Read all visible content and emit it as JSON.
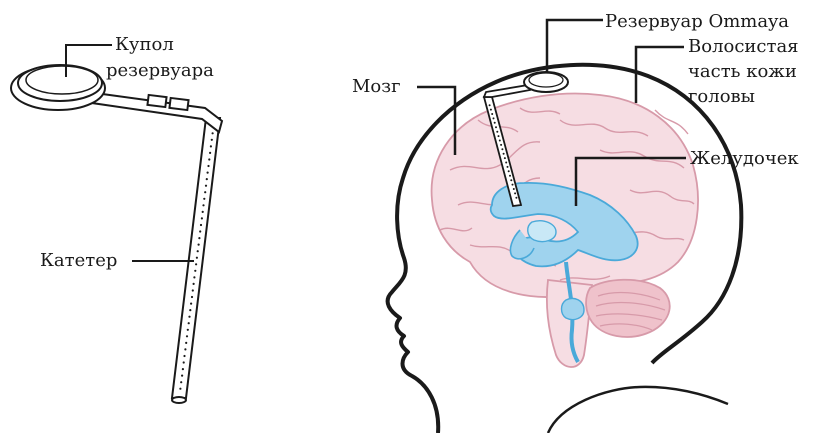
{
  "left_device": {
    "dome_label_line1": "Купол",
    "dome_label_line2": "резервуара",
    "catheter_label": "Катетер"
  },
  "head_view": {
    "reservoir_label": "Резервуар Ommaya",
    "brain_label": "Мозг",
    "scalp_label_line1": "Волосистая",
    "scalp_label_line2": "часть кожи",
    "scalp_label_line3": "головы",
    "ventricle_label": "Желудочек"
  },
  "colors": {
    "outline": "#1a1a1a",
    "brain_fill": "#f6dde3",
    "brain_stroke": "#d79aa9",
    "cerebellum_fill": "#efc2cb",
    "ventricle_fill": "#9fd3ee",
    "ventricle_stroke": "#4aa9d9",
    "device_fill": "#ffffff"
  }
}
